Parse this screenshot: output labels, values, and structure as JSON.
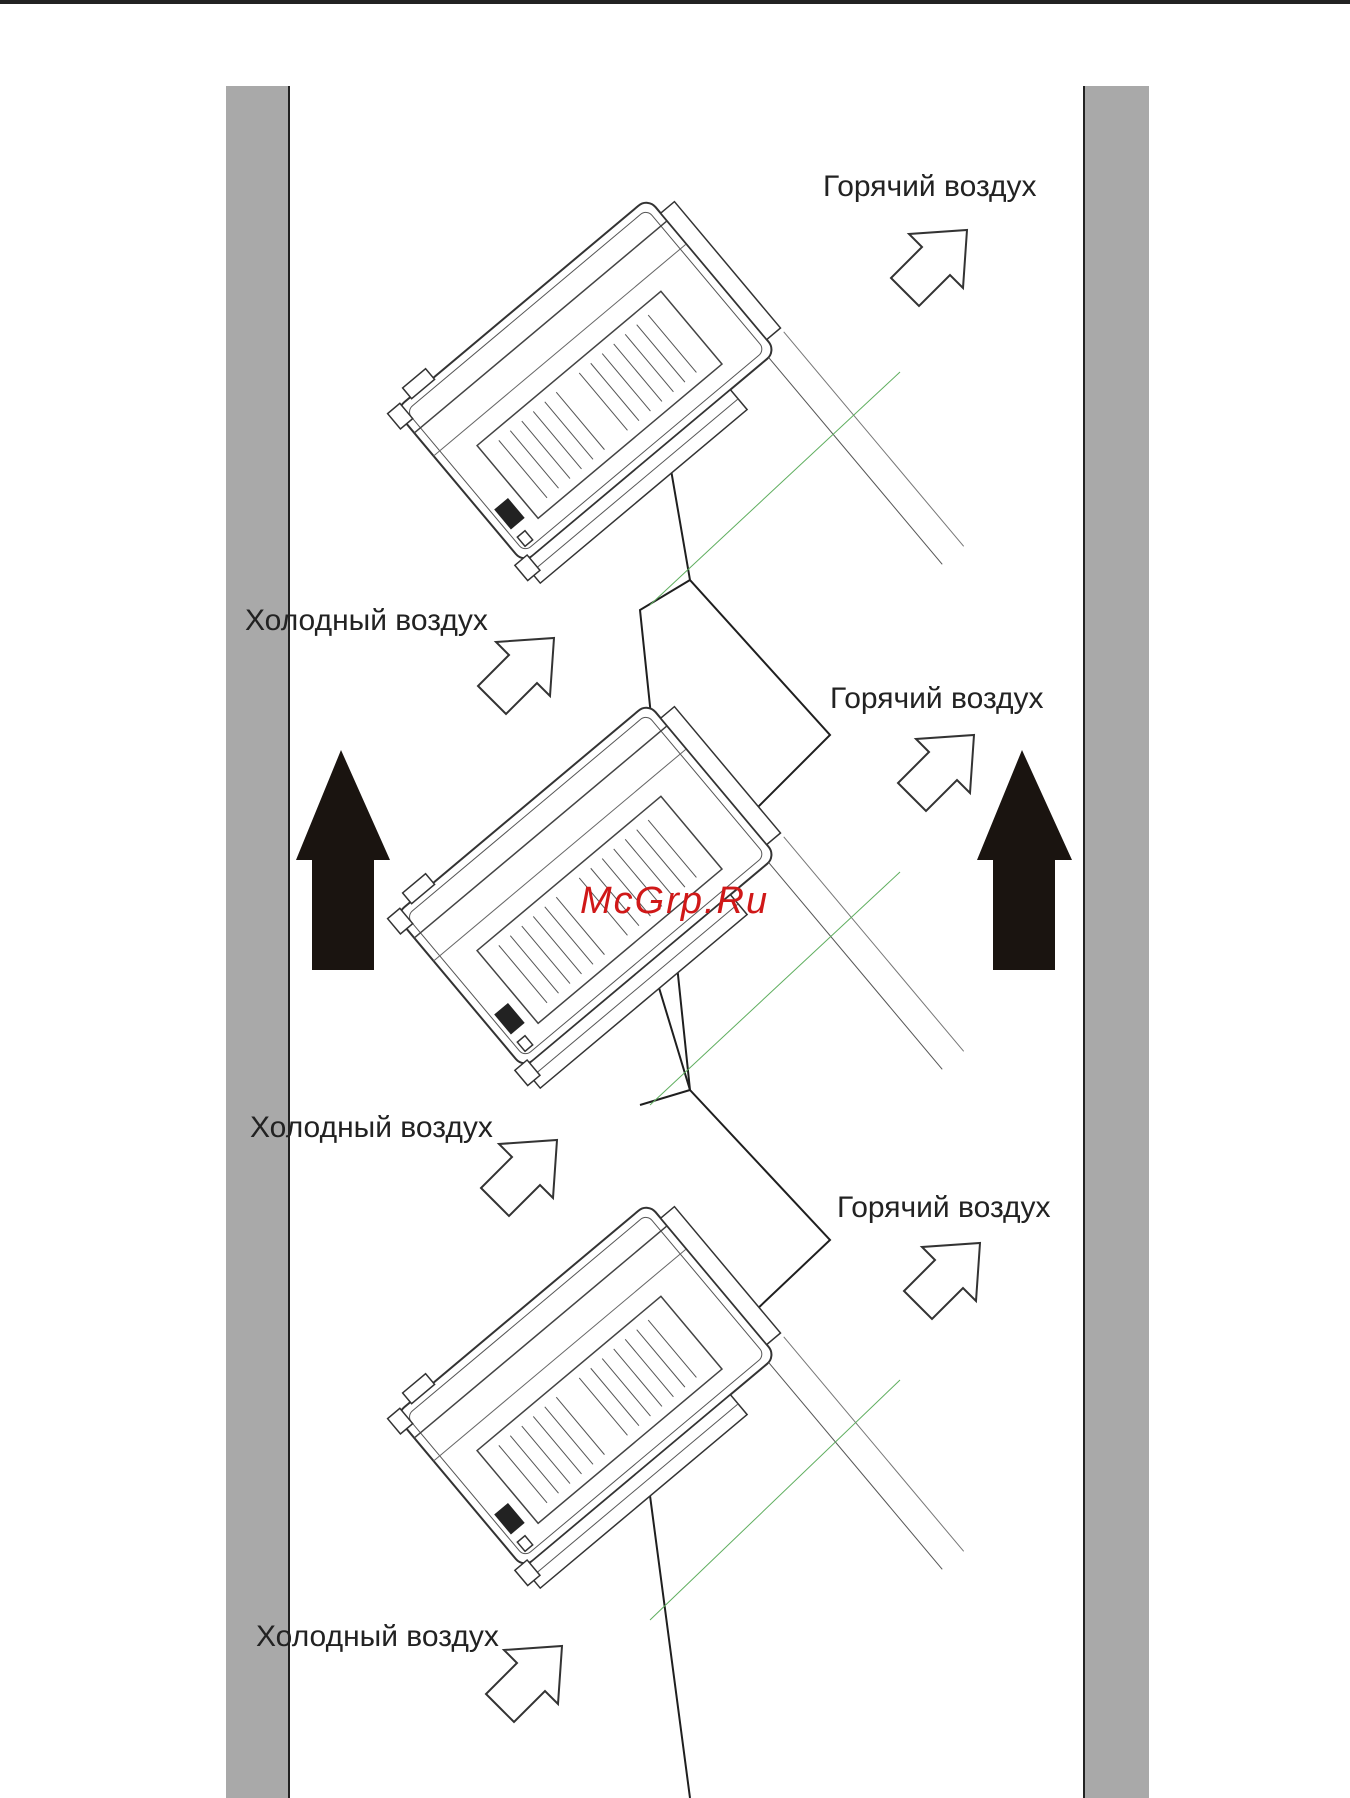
{
  "labels": {
    "hot_air": "Горячий воздух",
    "cold_air": "Холодный воздух"
  },
  "watermark": "McGrp.Ru",
  "colors": {
    "wall": "#a9a9a9",
    "arrow": "#1a1410",
    "line": "#222222",
    "watermark": "#d01818",
    "accent": "#5fae5f"
  },
  "icons": [
    "up-arrow-icon",
    "diagonal-outline-arrow-icon"
  ]
}
